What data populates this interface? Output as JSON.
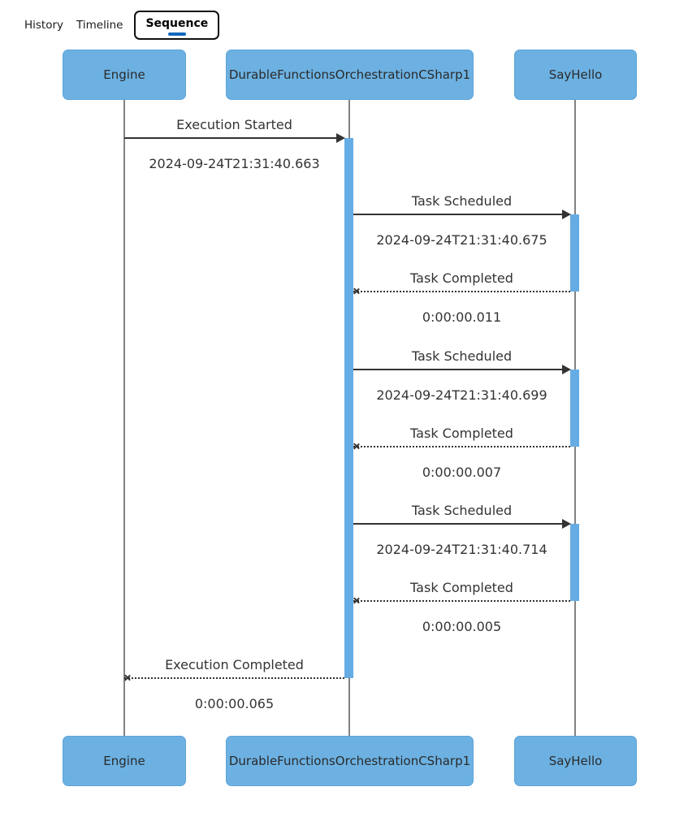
{
  "tabs": {
    "history": "History",
    "timeline": "Timeline",
    "sequence": "Sequence"
  },
  "participants": {
    "engine": "Engine",
    "orchestration": "DurableFunctionsOrchestrationCSharp1",
    "activity": "SayHello"
  },
  "messages": [
    {
      "label": "Execution Started",
      "time": "2024-09-24T21:31:40.663"
    },
    {
      "label": "Task Scheduled",
      "time": "2024-09-24T21:31:40.675"
    },
    {
      "label": "Task Completed",
      "time": "0:00:00.011"
    },
    {
      "label": "Task Scheduled",
      "time": "2024-09-24T21:31:40.699"
    },
    {
      "label": "Task Completed",
      "time": "0:00:00.007"
    },
    {
      "label": "Task Scheduled",
      "time": "2024-09-24T21:31:40.714"
    },
    {
      "label": "Task Completed",
      "time": "0:00:00.005"
    },
    {
      "label": "Execution Completed",
      "time": "0:00:00.065"
    }
  ],
  "colors": {
    "participant_fill": "#6cb1e2",
    "participant_border": "#5ea3d8",
    "activation_fill": "#66ace4",
    "line": "#333333",
    "lifeline": "#828282",
    "tab_underline": "#1169bc"
  }
}
